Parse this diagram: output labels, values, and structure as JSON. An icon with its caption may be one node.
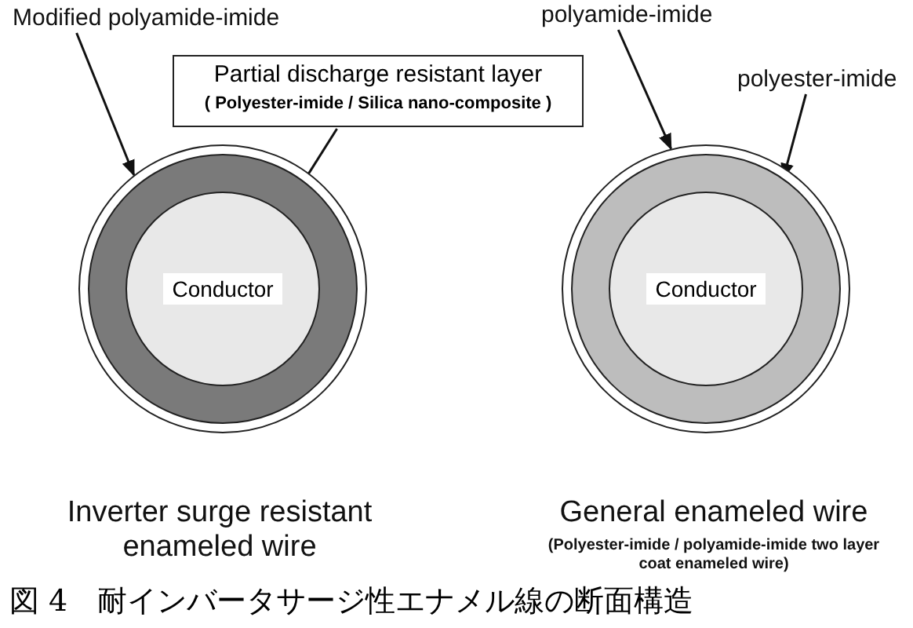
{
  "diagram": {
    "caption": "図 4　耐インバータサージ性エナメル線の断面構造",
    "nodes": [
      {
        "text": [
          "Modified polyamide-imide"
        ]
      },
      {
        "text": [
          "Partial discharge resistant layer",
          "( Polyester-imide / Silica nano-composite )"
        ]
      },
      {
        "text": [],
        "shape": "circle"
      },
      {
        "text": [],
        "shape": "circle",
        "in": 2
      },
      {
        "text": [
          "Conductor"
        ],
        "in": 3
      },
      {
        "text": [
          "polyamide-imide"
        ]
      },
      {
        "text": [
          "polyester-imide"
        ]
      },
      {
        "text": [],
        "shape": "circle"
      },
      {
        "text": [],
        "shape": "circle",
        "in": 7
      },
      {
        "text": [
          "Conductor"
        ],
        "in": 8
      }
    ],
    "edges": [
      {
        "from": 0,
        "to": 2,
        "arrow": "to"
      },
      {
        "from": 1,
        "to": 3,
        "arrow": "none"
      },
      {
        "from": 5,
        "to": 7,
        "arrow": "to"
      },
      {
        "from": 6,
        "to": 8,
        "arrow": "to"
      }
    ],
    "labels": [
      "Inverter surge resistant enameled wire",
      "General enameled wire",
      "(Polyester-imide / polyamide-imide two layer coat enameled wire)"
    ]
  }
}
